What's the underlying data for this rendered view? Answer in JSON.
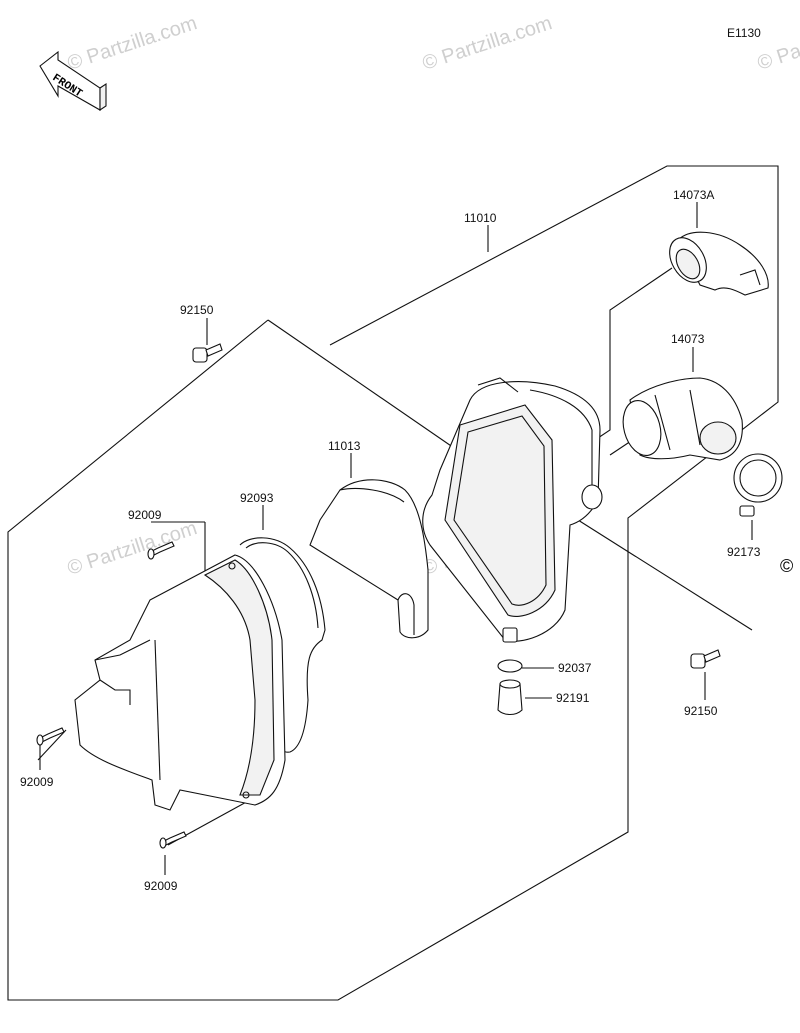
{
  "diagram_code": "E1130",
  "front_label": "FRONT",
  "copyright_symbol": "©",
  "watermark": "© Partzilla.com",
  "parts": {
    "p11010": "11010",
    "p14073A": "14073A",
    "p14073": "14073",
    "p92150a": "92150",
    "p92150b": "92150",
    "p11013": "11013",
    "p92009a": "92009",
    "p92009b": "92009",
    "p92009c": "92009",
    "p92093": "92093",
    "p92037": "92037",
    "p92191": "92191",
    "p92173": "92173"
  }
}
